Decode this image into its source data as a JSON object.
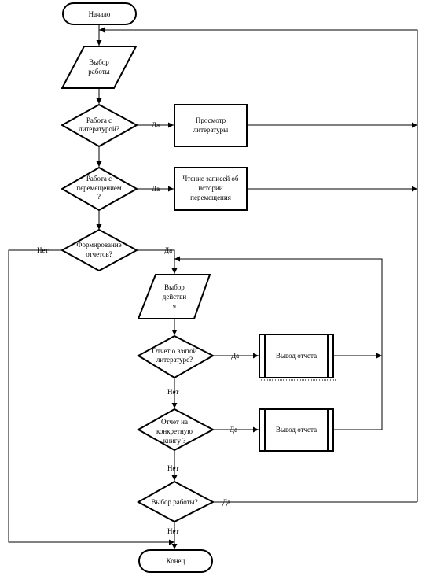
{
  "flowchart": {
    "start": "Начало",
    "end": "Конец",
    "choose_work": [
      "Выбор",
      "работы"
    ],
    "q_literature": [
      "Работа с",
      "литературой?"
    ],
    "q_movement": [
      "Работа с",
      "перемещением",
      "?"
    ],
    "q_reports": [
      "Формирование",
      "отчетов?"
    ],
    "view_literature": [
      "Просмотр",
      "литературы"
    ],
    "read_records": [
      "Чтение записей об",
      "истории",
      "перемещения"
    ],
    "choose_action": [
      "Выбор",
      "действи",
      "я"
    ],
    "q_report_taken": [
      "Отчет о взятой",
      "литературе?"
    ],
    "q_report_book": [
      "Отчет на",
      "конкретную",
      "книгу ?"
    ],
    "output_report_1": "Вывод отчета",
    "output_report_2": "Вывод отчета",
    "q_choose_work": "Выбор работы?",
    "labels": {
      "yes_literature": "Да",
      "yes_movement": "Да",
      "yes_reports": "Да",
      "no_reports": "Нет",
      "yes_report_taken": "Да",
      "no_report_taken": "Нет",
      "yes_report_book": "Да",
      "no_report_book": "Нет",
      "yes_choose_work": "Да",
      "no_choose_work": "Нет"
    }
  }
}
